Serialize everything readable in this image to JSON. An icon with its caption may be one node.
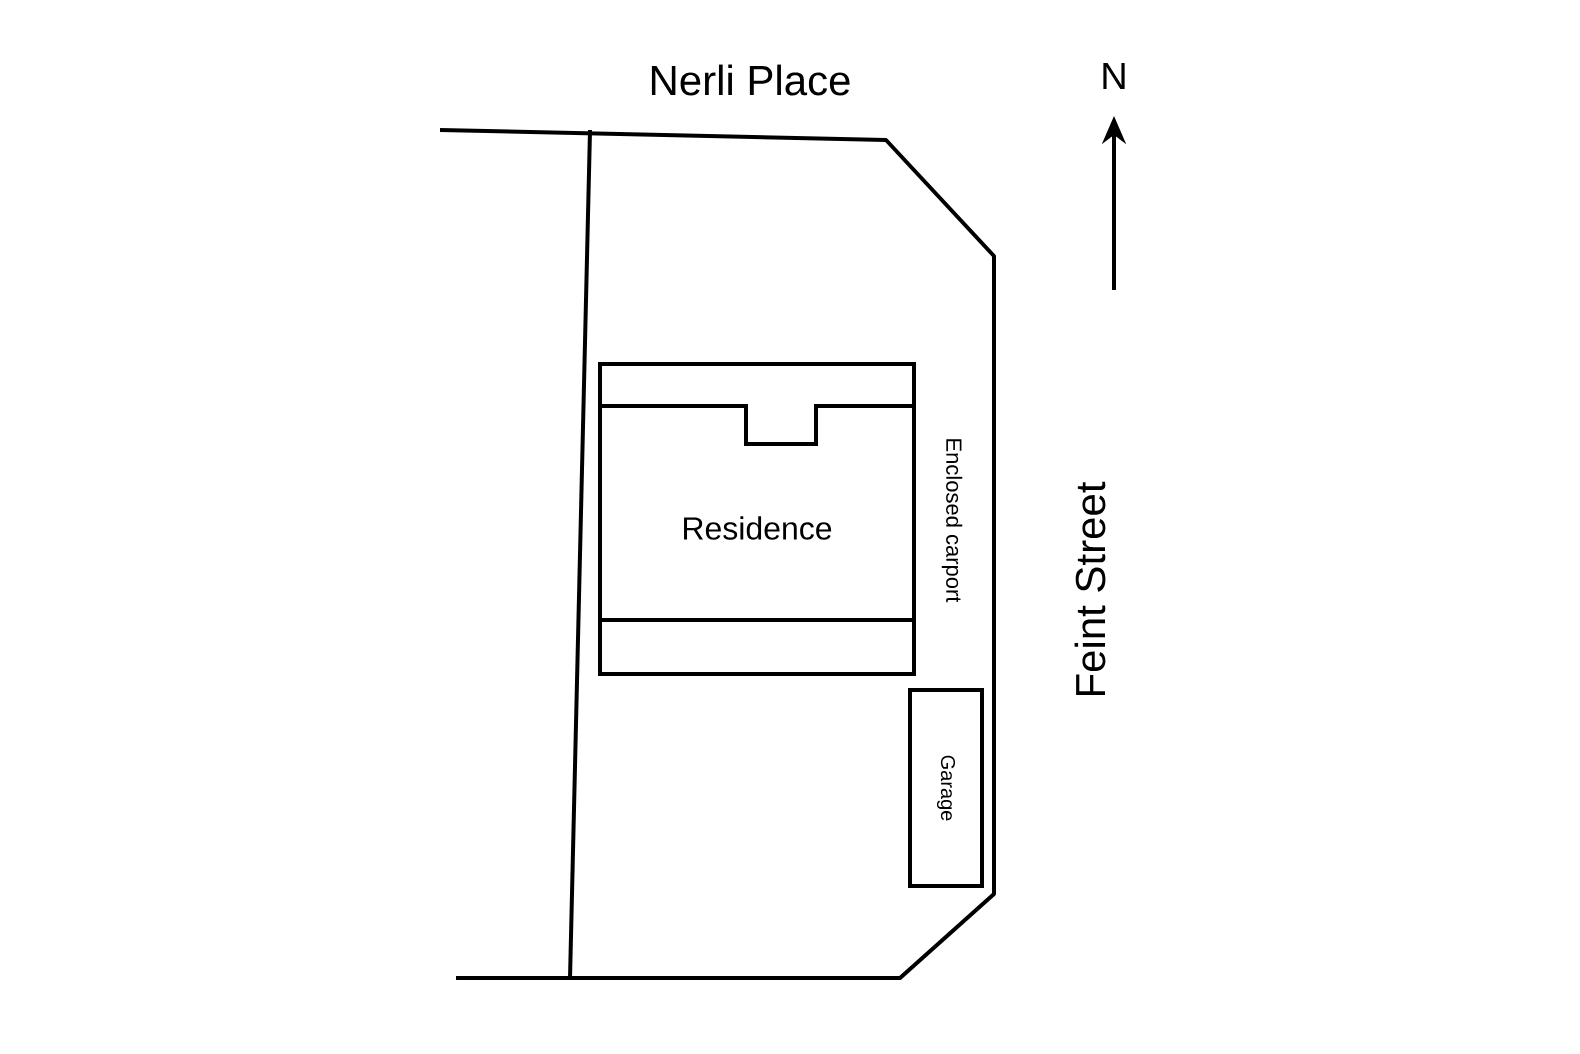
{
  "diagram": {
    "nodes": [
      {
        "text": [
          "Residence"
        ]
      },
      {
        "text": [
          "Garage"
        ]
      }
    ],
    "labels": [
      "Nerli Place",
      "N",
      "Enclosed carport",
      "Feint Street"
    ]
  }
}
